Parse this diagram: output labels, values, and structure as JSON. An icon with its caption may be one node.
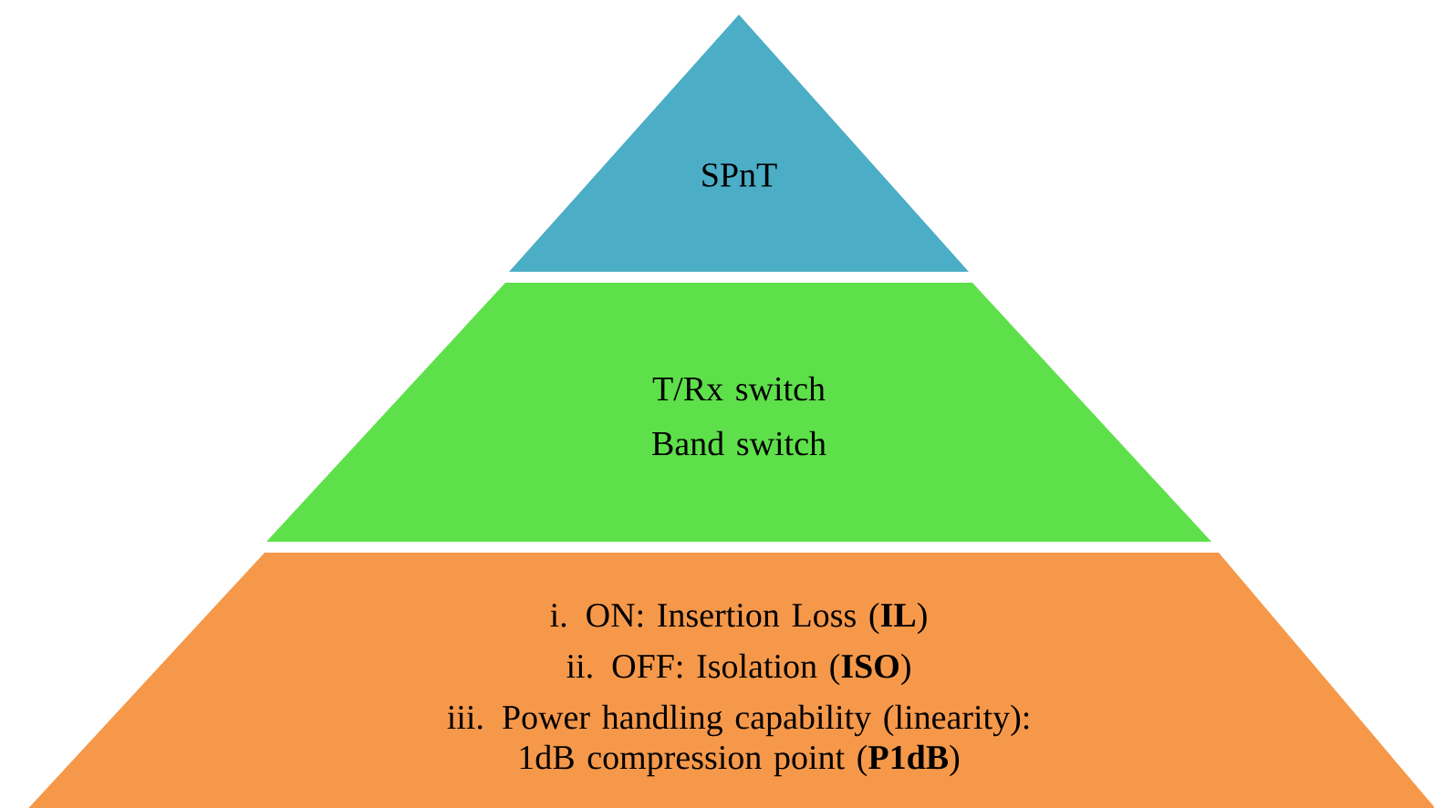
{
  "diagram": {
    "nodes": [
      {
        "text": [
          "SPnT"
        ]
      },
      {
        "text": [
          "T/Rx switch",
          "Band switch"
        ]
      },
      {
        "text": [
          "i. ON: Insertion Loss (**IL**)",
          "ii. OFF: Isolation (**ISO**)",
          "iii. Power handling capability (linearity): 1dB compression point (**P1dB**)"
        ]
      }
    ]
  }
}
